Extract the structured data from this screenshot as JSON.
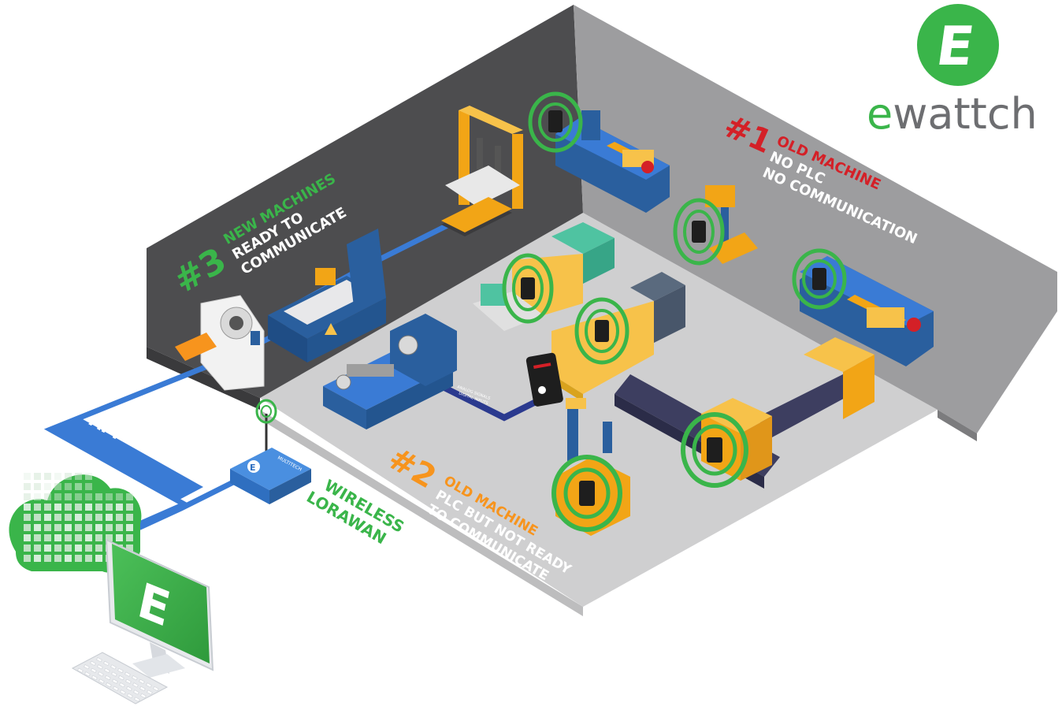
{
  "brand": {
    "name_prefix": "e",
    "name_rest": "wattch",
    "logo_letter": "E",
    "color_green": "#3ab54a",
    "color_gray": "#6d6e71"
  },
  "zone1": {
    "number": "#1",
    "title": "OLD MACHINE",
    "line1": "NO PLC",
    "line2": "NO COMMUNICATION",
    "color": "#d42027"
  },
  "zone2": {
    "number": "#2",
    "title": "OLD MACHINE",
    "line1": "PLC BUT NOT READY",
    "line2": "TO COMMUNICATE",
    "color": "#f7941d"
  },
  "zone3": {
    "number": "#3",
    "title": "NEW MACHINES",
    "line1": "READY TO",
    "line2": "COMMUNICATE",
    "color": "#3ab54a"
  },
  "api_label": "API",
  "wireless": {
    "line1": "WIRELESS",
    "line2": "LORAWAN"
  },
  "gateway_brand": "MULTITECH",
  "monitor_letter": "E",
  "cable_text1": "ANALOG SIGNALS",
  "cable_text2": "DIGITAL INPUTS"
}
